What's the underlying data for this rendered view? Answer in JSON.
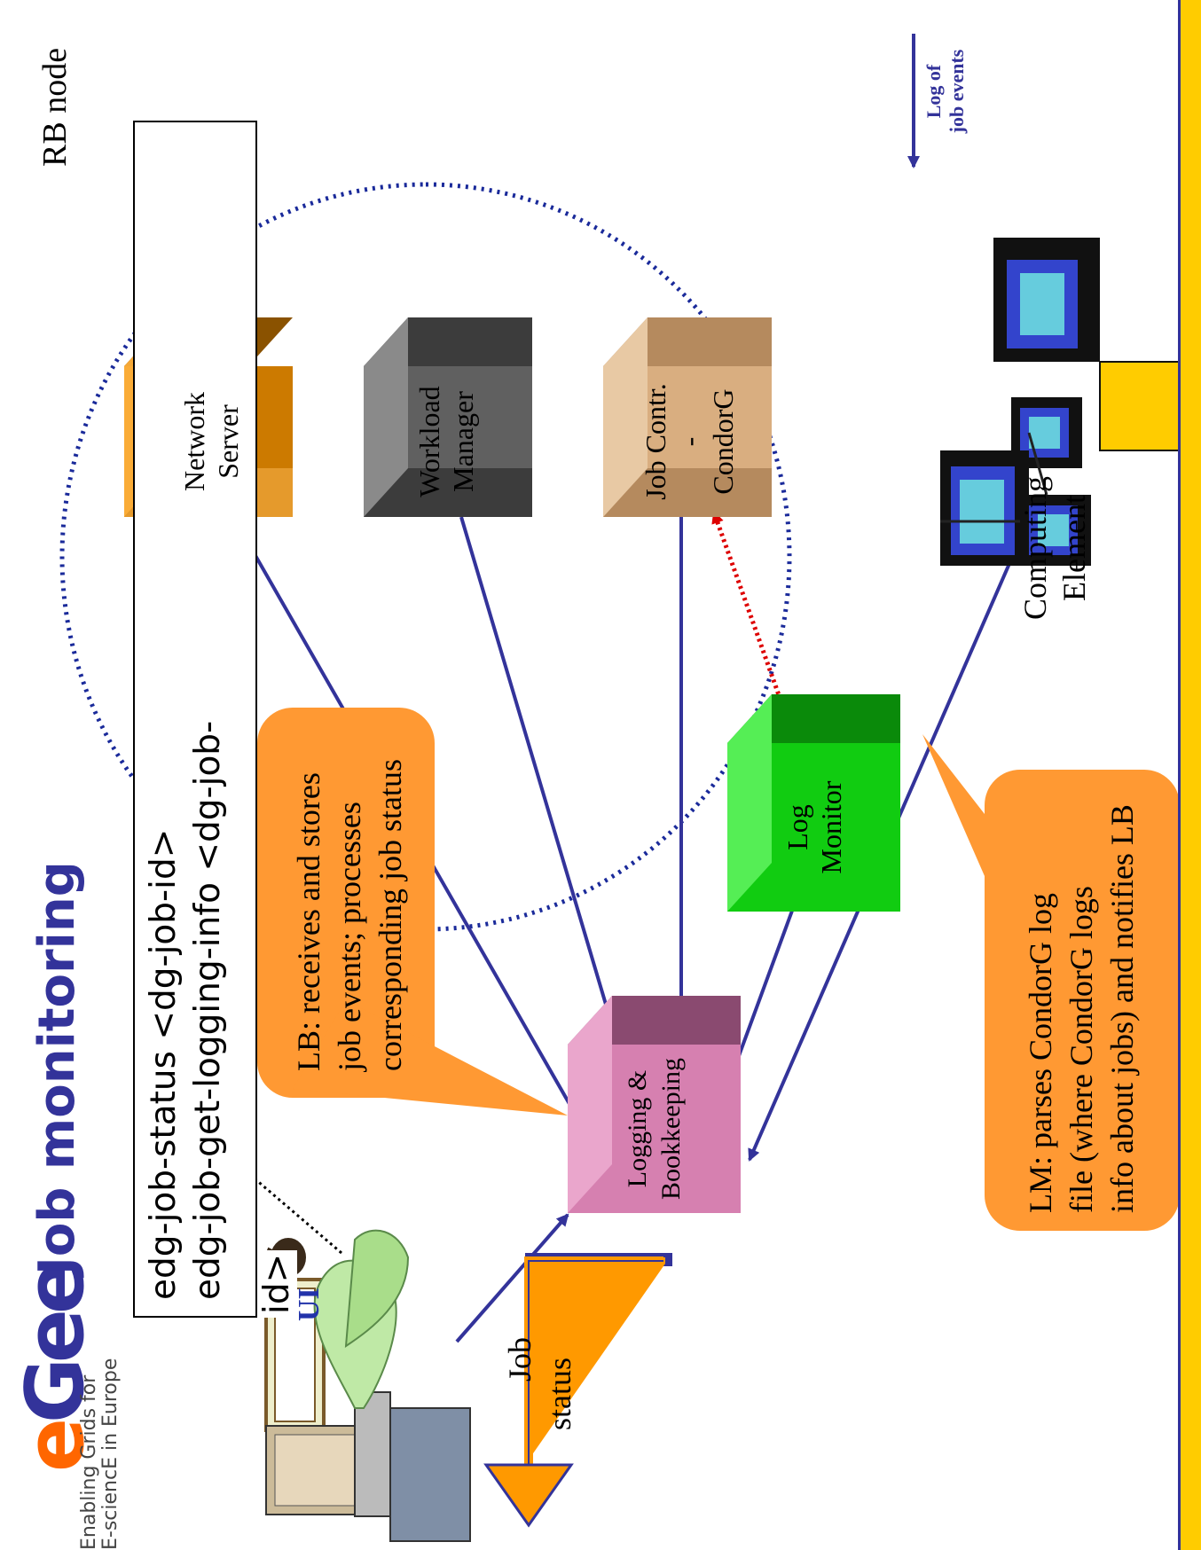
{
  "logo": {
    "name": "eGee",
    "tagline_line1": "Enabling Grids for",
    "tagline_line2": "E-sciencE in Europe"
  },
  "title": "Job monitoring",
  "commands": {
    "line1": "edg-job-status <dg-job-id>",
    "line2": "edg-job-get-logging-info <dg-job-",
    "line3": "id>"
  },
  "ui_label": "UI",
  "job_status_label_1": "Job",
  "job_status_label_2": "status",
  "rb_node_label": "RB node",
  "components": {
    "network_server": {
      "line1": "Network",
      "line2": "Server",
      "color": "#cc7a00"
    },
    "workload_manager": {
      "line1": "Workload",
      "line2": "Manager",
      "color": "#606060"
    },
    "job_contr": {
      "line1": "Job Contr.",
      "line2": "-",
      "line3": "CondorG",
      "color": "#d9ae80"
    },
    "log_monitor": {
      "line1": "Log",
      "line2": "Monitor",
      "color": "#11cc11"
    },
    "logging_bookkeeping": {
      "line1": "Logging &",
      "line2": "Bookkeeping",
      "color": "#d680b0"
    }
  },
  "computing_element": {
    "line1": "Computing",
    "line2": "Element"
  },
  "lb_callout": {
    "line1": "LB: receives and stores",
    "line2": "job events; processes",
    "line3": "corresponding job status"
  },
  "lm_callout": {
    "line1": "LM: parses CondorG log",
    "line2": "file (where CondorG logs",
    "line3": "info about jobs) and notifies LB"
  },
  "legend": {
    "line1": "Log of",
    "line2": "job events"
  },
  "colors": {
    "arrow": "#33339a",
    "callout": "#ff9933",
    "dotted_red": "#dd0000",
    "footer": "#ffcc00"
  }
}
